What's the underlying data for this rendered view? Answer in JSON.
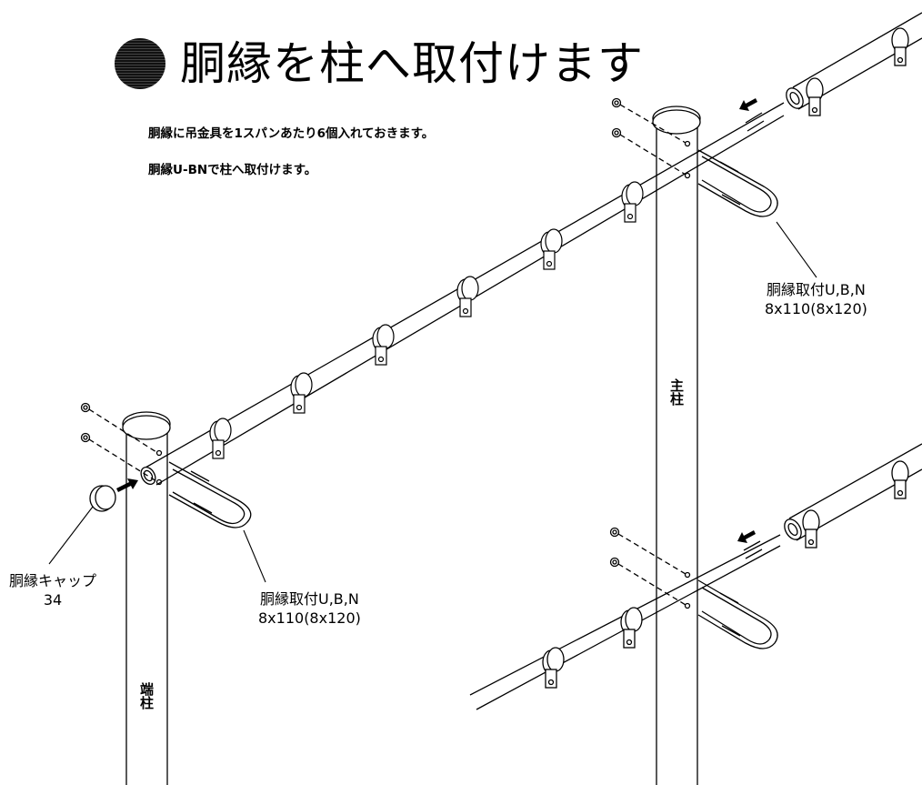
{
  "title": "胴縁を柱へ取付けます",
  "notes": [
    "胴縁に吊金具を1スパンあたり6個入れておきます。",
    "胴縁U-BNで柱へ取付けます。"
  ],
  "labels": {
    "bolt_top": {
      "line1": "胴縁取付U,B,N",
      "line2": "8x110(8x120)"
    },
    "bolt_bottom": {
      "line1": "胴縁取付U,B,N",
      "line2": "8x110(8x120)"
    },
    "cap": {
      "line1": "胴縁キャップ",
      "line2": "34"
    },
    "main_post": "主柱",
    "end_post": "端柱"
  },
  "colors": {
    "line": "#000000",
    "background": "#ffffff"
  }
}
